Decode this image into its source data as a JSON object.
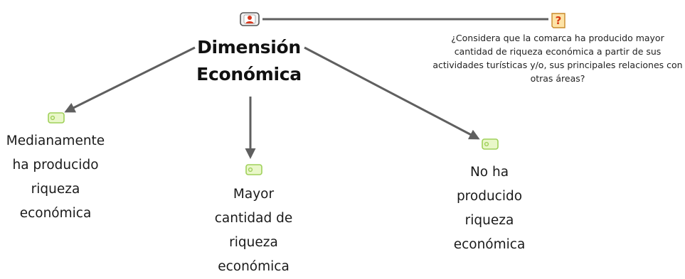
{
  "root": {
    "title_line1": "Dimensión",
    "title_line2": "Económica",
    "icon": "person-card-icon"
  },
  "question": {
    "icon": "question-icon",
    "line1": "¿Considera que la comarca ha producido mayor",
    "line2": "cantidad de riqueza económica a partir de sus",
    "line3": "actividades turísticas y/o, sus principales relaciones con",
    "line4": "otras áreas?"
  },
  "answers": [
    {
      "icon": "tag-icon",
      "lines": [
        "Medianamente",
        "ha producido",
        "riqueza",
        "económica"
      ]
    },
    {
      "icon": "tag-icon",
      "lines": [
        "Mayor",
        "cantidad de",
        "riqueza",
        "económica"
      ]
    },
    {
      "icon": "tag-icon",
      "lines": [
        "No ha",
        "producido",
        "riqueza",
        "económica"
      ]
    }
  ],
  "colors": {
    "edge": "#5f5f5f",
    "tag_fill": "#e9f7c9",
    "tag_stroke": "#9fd05a",
    "question_fill": "#fde3a7",
    "question_mark": "#d83a12",
    "person_icon_red": "#d9381e"
  }
}
